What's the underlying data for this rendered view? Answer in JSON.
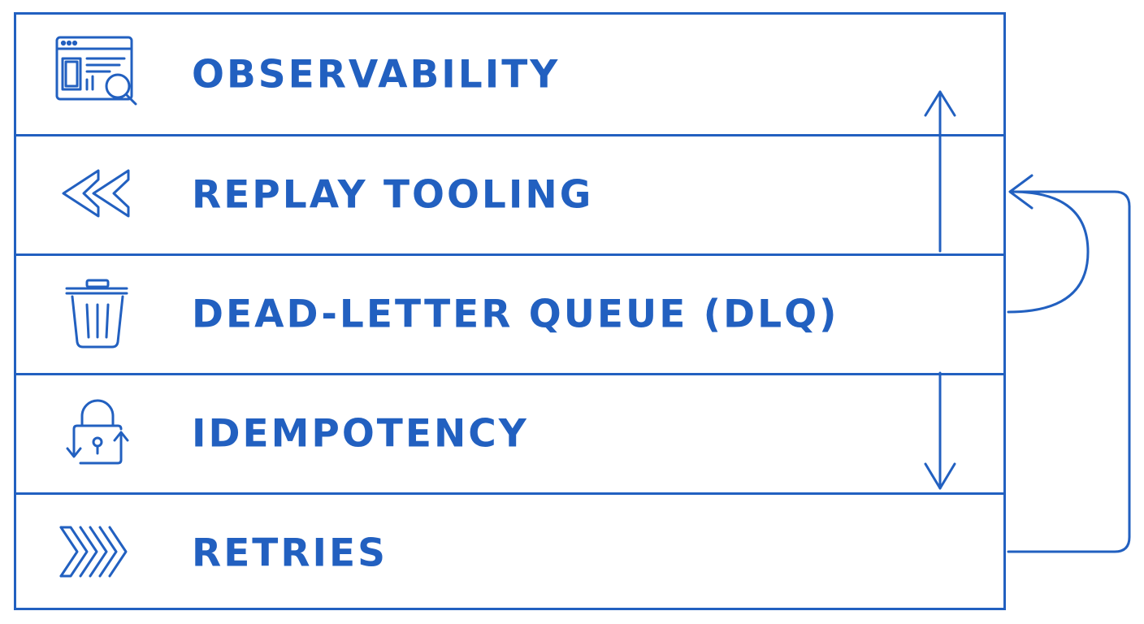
{
  "colors": {
    "accent": "#2260c0",
    "background": "#ffffff"
  },
  "layers": [
    {
      "label": "OBSERVABILITY",
      "icon": "browser-search-icon"
    },
    {
      "label": "REPLAY TOOLING",
      "icon": "rewind-icon"
    },
    {
      "label": "DEAD-LETTER QUEUE (DLQ)",
      "icon": "trash-icon"
    },
    {
      "label": "IDEMPOTENCY",
      "icon": "padlock-cycle-icon"
    },
    {
      "label": "RETRIES",
      "icon": "fast-forward-icon"
    }
  ],
  "connectors": [
    {
      "from": "REPLAY TOOLING",
      "to": "OBSERVABILITY",
      "kind": "arrow-up"
    },
    {
      "from": "DEAD-LETTER QUEUE (DLQ)",
      "to": "IDEMPOTENCY",
      "kind": "arrow-down"
    },
    {
      "from": "DEAD-LETTER QUEUE (DLQ)",
      "to": "REPLAY TOOLING",
      "kind": "loop-arrow"
    },
    {
      "from": "RETRIES",
      "to": "REPLAY TOOLING",
      "kind": "loop-arrow"
    }
  ]
}
